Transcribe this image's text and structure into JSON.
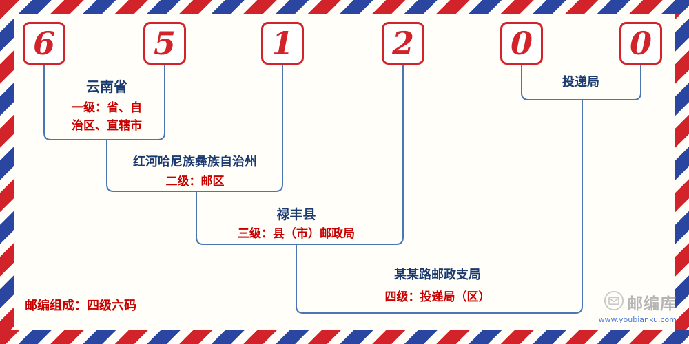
{
  "postal_code": {
    "digits": [
      "6",
      "5",
      "1",
      "2",
      "0",
      "0"
    ]
  },
  "levels": [
    {
      "name": "云南省",
      "desc": "一级：省、自治区、直辖市"
    },
    {
      "name": "红河哈尼族彝族自治州",
      "desc": "二级：邮区"
    },
    {
      "name": "禄丰县",
      "desc": "三级：县（市）邮政局"
    },
    {
      "name": "某某路邮政支局",
      "desc": "四级：投递局（区）"
    },
    {
      "name": "投递局",
      "desc": ""
    }
  ],
  "footer": {
    "composition_note": "邮编组成：四级六码"
  },
  "logo": {
    "site_name": "邮编库",
    "site_url": "www.youbianku.com",
    "icon": "envelope-in-circle"
  },
  "colors": {
    "digit_red": "#d2232a",
    "place_navy": "#1a3a70",
    "desc_red": "#c80000",
    "line_blue": "#4a77b4",
    "border_red": "#d2232a",
    "border_blue": "#2a46a0",
    "background": "#fffef8"
  }
}
